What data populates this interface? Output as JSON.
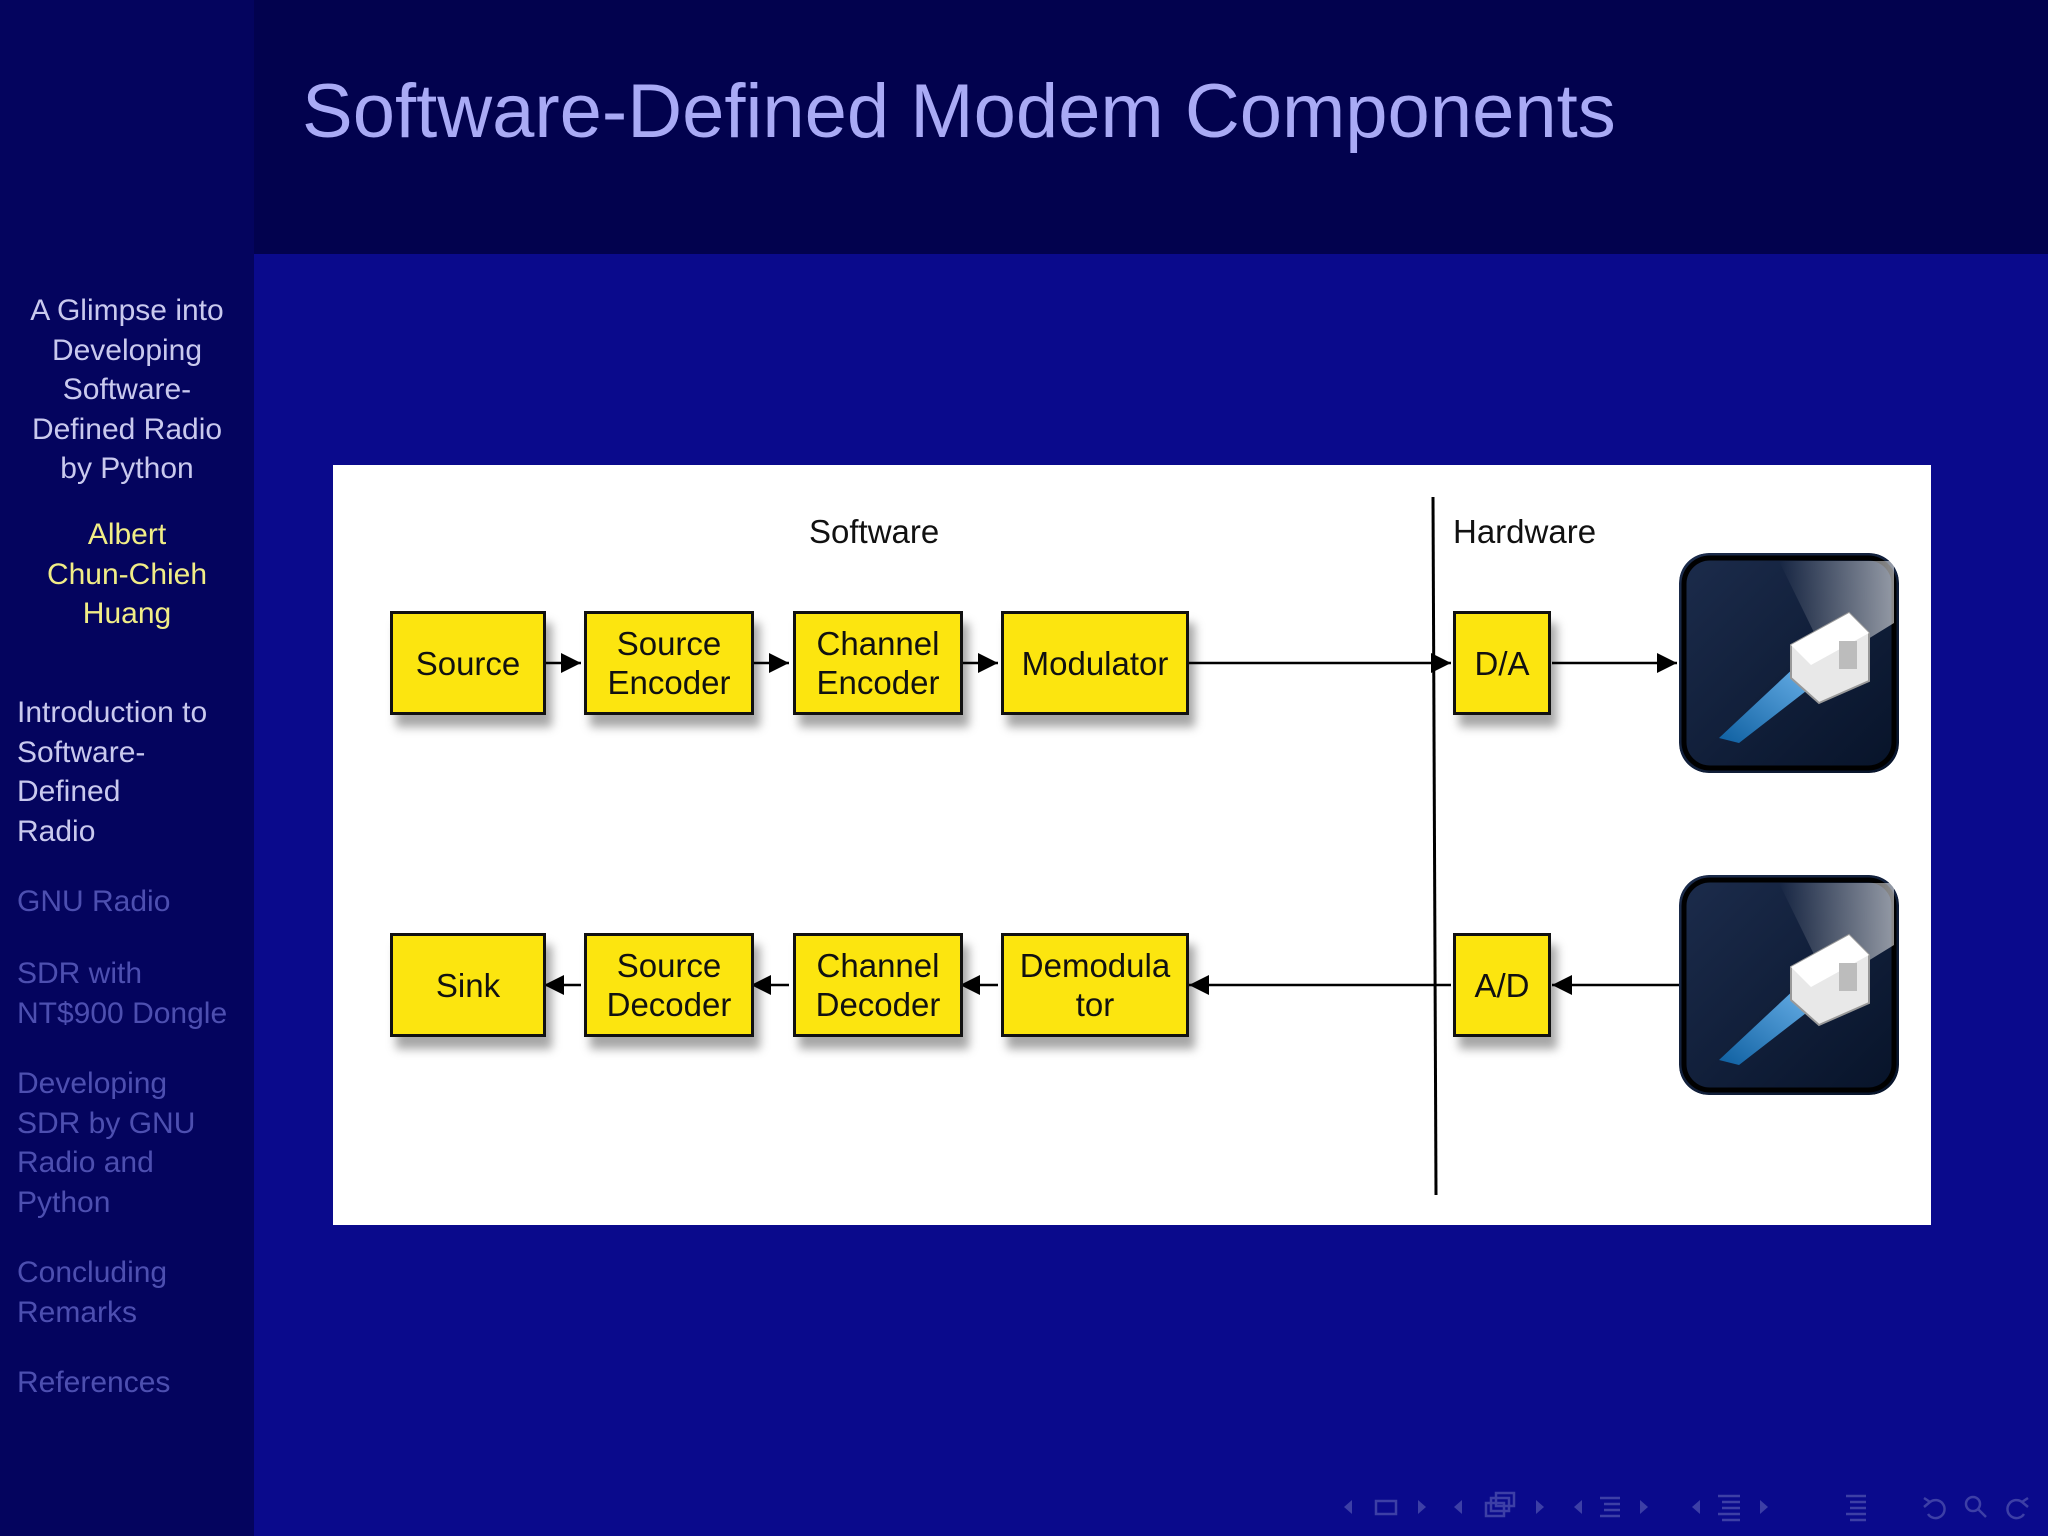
{
  "slide": {
    "title": "Software-Defined Modem Components"
  },
  "sidebar": {
    "talk_title_lines": [
      "A Glimpse into",
      "Developing",
      "Software-",
      "Defined Radio",
      "by Python"
    ],
    "author_lines": [
      "Albert",
      "Chun-Chieh",
      "Huang"
    ],
    "sections": [
      {
        "lines": [
          "Introduction to",
          "Software-",
          "Defined",
          "Radio"
        ],
        "active": true
      },
      {
        "lines": [
          "GNU Radio"
        ],
        "active": false
      },
      {
        "lines": [
          "SDR with",
          "NT$900 Dongle"
        ],
        "active": false
      },
      {
        "lines": [
          "Developing",
          "SDR by GNU",
          "Radio and",
          "Python"
        ],
        "active": false
      },
      {
        "lines": [
          "Concluding",
          "Remarks"
        ],
        "active": false
      },
      {
        "lines": [
          "References"
        ],
        "active": false
      }
    ]
  },
  "diagram": {
    "software_label": "Software",
    "hardware_label": "Hardware",
    "tx_blocks": [
      {
        "lines": [
          "Source"
        ]
      },
      {
        "lines": [
          "Source",
          "Encoder"
        ]
      },
      {
        "lines": [
          "Channel",
          "Encoder"
        ]
      },
      {
        "lines": [
          "Modulator"
        ]
      }
    ],
    "rx_blocks": [
      {
        "lines": [
          "Sink"
        ]
      },
      {
        "lines": [
          "Source",
          "Decoder"
        ]
      },
      {
        "lines": [
          "Channel",
          "Decoder"
        ]
      },
      {
        "lines": [
          "Demodula",
          "tor"
        ]
      }
    ],
    "tx_converter": "D/A",
    "rx_converter": "A/D",
    "device_icons": [
      "network-cable-icon",
      "network-cable-icon"
    ]
  },
  "nav": {
    "icons": [
      "nav-arrow-left-icon",
      "frame-icon",
      "nav-arrow-right-icon",
      "subsection-icon",
      "section-icon",
      "document-icon",
      "undo-icon",
      "search-icon",
      "redo-icon"
    ]
  },
  "colors": {
    "background": "#0a0a8c",
    "sidebar": "#04045e",
    "header": "#02024e",
    "title": "#a9aaf5",
    "author": "#f1ed86",
    "inactive_section": "#4d4fb0",
    "block_fill": "#fce50f"
  }
}
